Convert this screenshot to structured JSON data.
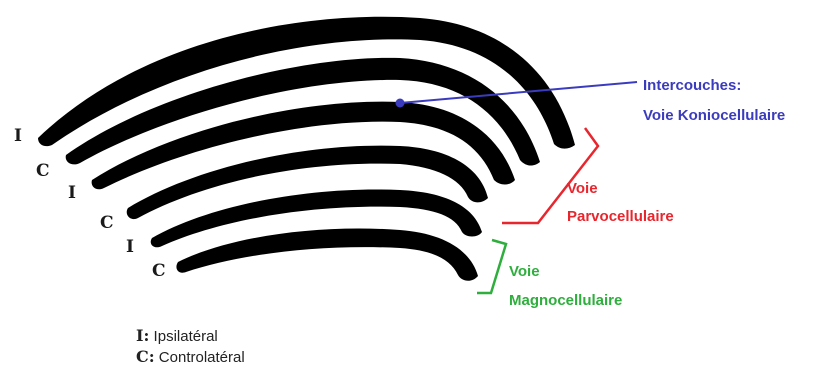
{
  "labels": {
    "interlayers_line1": "Intercouches:",
    "interlayers_line2": "Voie Koniocellulaire",
    "parvo_line1": "Voie",
    "parvo_line2": "Parvocellulaire",
    "magno_line1": "Voie",
    "magno_line2": "Magnocellulaire"
  },
  "layer_letters": [
    "I",
    "C",
    "I",
    "C",
    "I",
    "C"
  ],
  "legend": [
    {
      "key": "I",
      "sep": ":",
      "text": " Ipsilatéral"
    },
    {
      "key": "C",
      "sep": ":",
      "text": " Controlatéral"
    }
  ],
  "colors": {
    "konio": "#3b3bbd",
    "parvo": "#e8262e",
    "magno": "#2eae3c",
    "layer": "#000000"
  }
}
